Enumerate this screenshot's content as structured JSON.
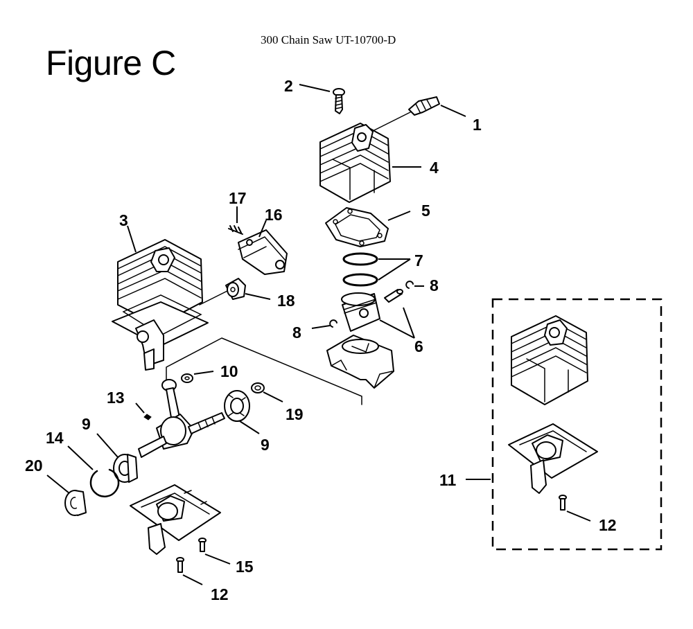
{
  "figure_title": "Figure C",
  "document_title": "300 Chain Saw UT-10700-D",
  "callouts": {
    "c1": "1",
    "c2": "2",
    "c3": "3",
    "c4": "4",
    "c5": "5",
    "c6": "6",
    "c7": "7",
    "c8a": "8",
    "c8b": "8",
    "c9a": "9",
    "c9b": "9",
    "c10": "10",
    "c11": "11",
    "c12a": "12",
    "c12b": "12",
    "c13": "13",
    "c14": "14",
    "c15": "15",
    "c16": "16",
    "c17": "17",
    "c18": "18",
    "c19": "19",
    "c20": "20"
  },
  "icons": {
    "spark_plug": "spark-plug-icon",
    "cylinder": "cylinder-icon",
    "piston": "piston-icon",
    "crankshaft": "crankshaft-icon",
    "crankcase": "crankcase-icon"
  }
}
